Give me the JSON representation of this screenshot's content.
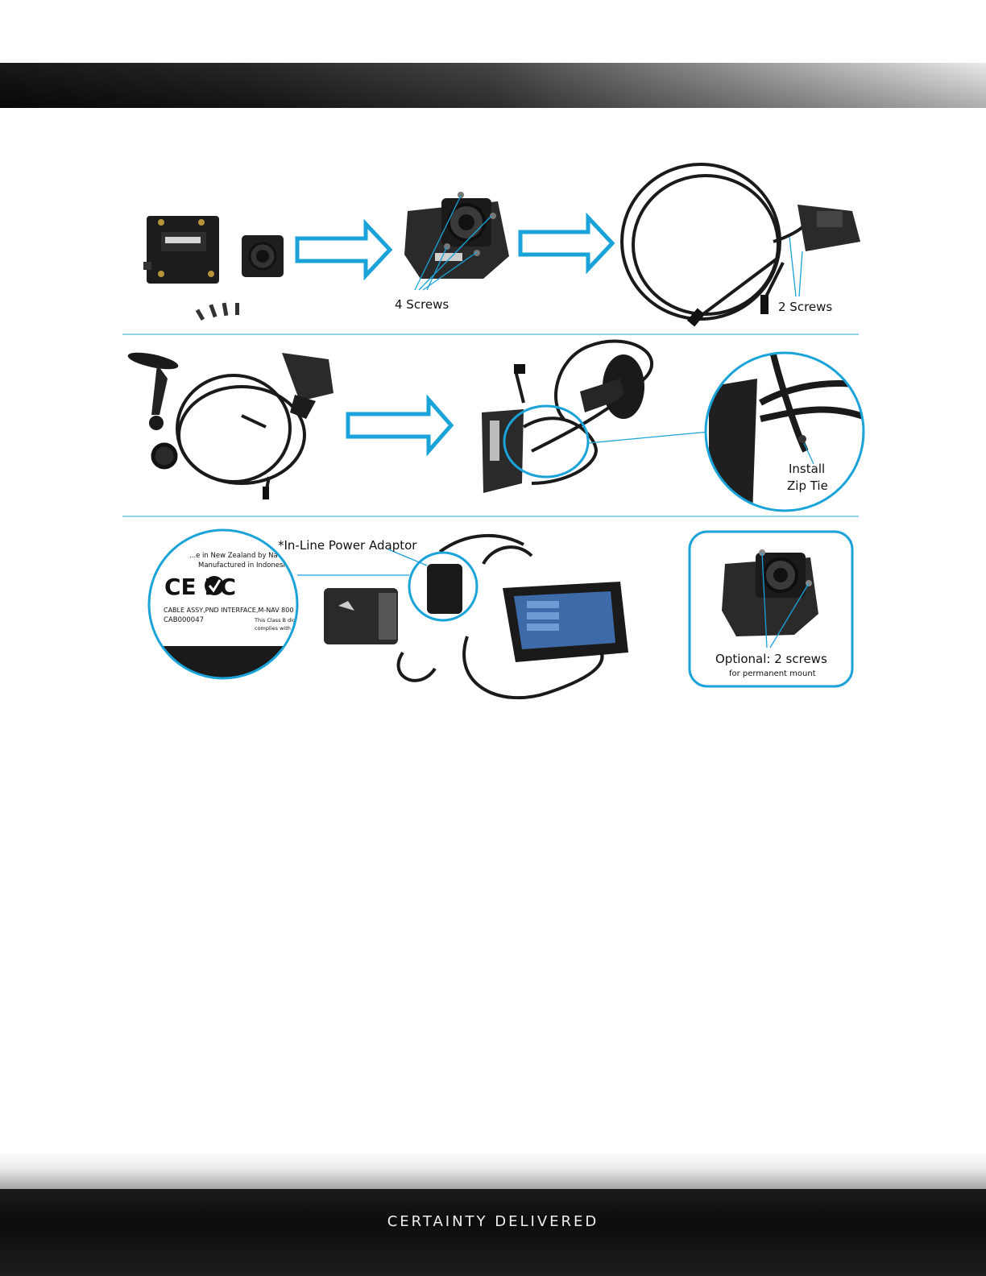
{
  "labels": {
    "four_screws": "4 Screws",
    "two_screws": "2 Screws",
    "install": "Install",
    "zip_tie": "Zip Tie",
    "power_adaptor": "*In-Line Power Adaptor",
    "optional_screws": "Optional: 2 screws",
    "permanent_mount": "for permanent mount"
  },
  "product_label": {
    "line1": "...e in New Zealand by Nav...",
    "line2": "Manufactured in Indonesia",
    "marks": "CE  FC",
    "line3": "CABLE ASSY,PND INTERFACE,M-NAV 800",
    "line4": "CAB000047",
    "line5": "This Class B dig...",
    "line6": "complies with C..."
  },
  "footer": {
    "tagline": "CERTAINTY DELIVERED"
  },
  "colors": {
    "accent": "#1aa3d9",
    "divider": "#6fc4df"
  }
}
